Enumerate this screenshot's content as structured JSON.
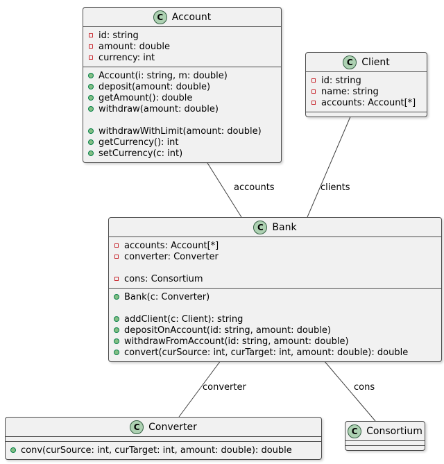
{
  "diagram": {
    "type": "uml-class-diagram",
    "background": "#FFFFFF",
    "box_fill": "#F1F1F1",
    "border_color": "#4A4A4A",
    "class_icon_fill": "#ADD1B2",
    "attribute_icon_color": "#C82930",
    "method_icon_fill": "#84BE84",
    "method_icon_border": "#038048"
  },
  "classes": {
    "account": {
      "stereotype_letter": "C",
      "name": "Account",
      "attributes": [
        "id: string",
        "amount: double",
        "currency: int"
      ],
      "methods": [
        "Account(i: string, m: double)",
        "deposit(amount: double)",
        "getAmount(): double",
        "withdraw(amount: double)",
        "",
        "withdrawWithLimit(amount: double)",
        "getCurrency(): int",
        "setCurrency(c: int)"
      ]
    },
    "client": {
      "stereotype_letter": "C",
      "name": "Client",
      "attributes": [
        "id: string",
        "name: string",
        "accounts: Account[*]"
      ],
      "methods": []
    },
    "bank": {
      "stereotype_letter": "C",
      "name": "Bank",
      "attributes": [
        "accounts: Account[*]",
        "converter: Converter",
        "",
        "cons: Consortium"
      ],
      "methods": [
        "Bank(c: Converter)",
        "",
        "addClient(c: Client): string",
        "depositOnAccount(id: string, amount: double)",
        "withdrawFromAccount(id: string, amount: double)",
        "convert(curSource: int, curTarget: int, amount: double): double"
      ]
    },
    "converter": {
      "stereotype_letter": "C",
      "name": "Converter",
      "attributes": [],
      "methods": [
        "conv(curSource: int, curTarget: int, amount: double): double"
      ]
    },
    "consortium": {
      "stereotype_letter": "C",
      "name": "Consortium",
      "attributes": [],
      "methods": []
    }
  },
  "edges": [
    {
      "from": "Account",
      "to": "Bank",
      "label": "accounts"
    },
    {
      "from": "Client",
      "to": "Bank",
      "label": "clients"
    },
    {
      "from": "Bank",
      "to": "Converter",
      "label": "converter"
    },
    {
      "from": "Bank",
      "to": "Consortium",
      "label": "cons"
    }
  ]
}
